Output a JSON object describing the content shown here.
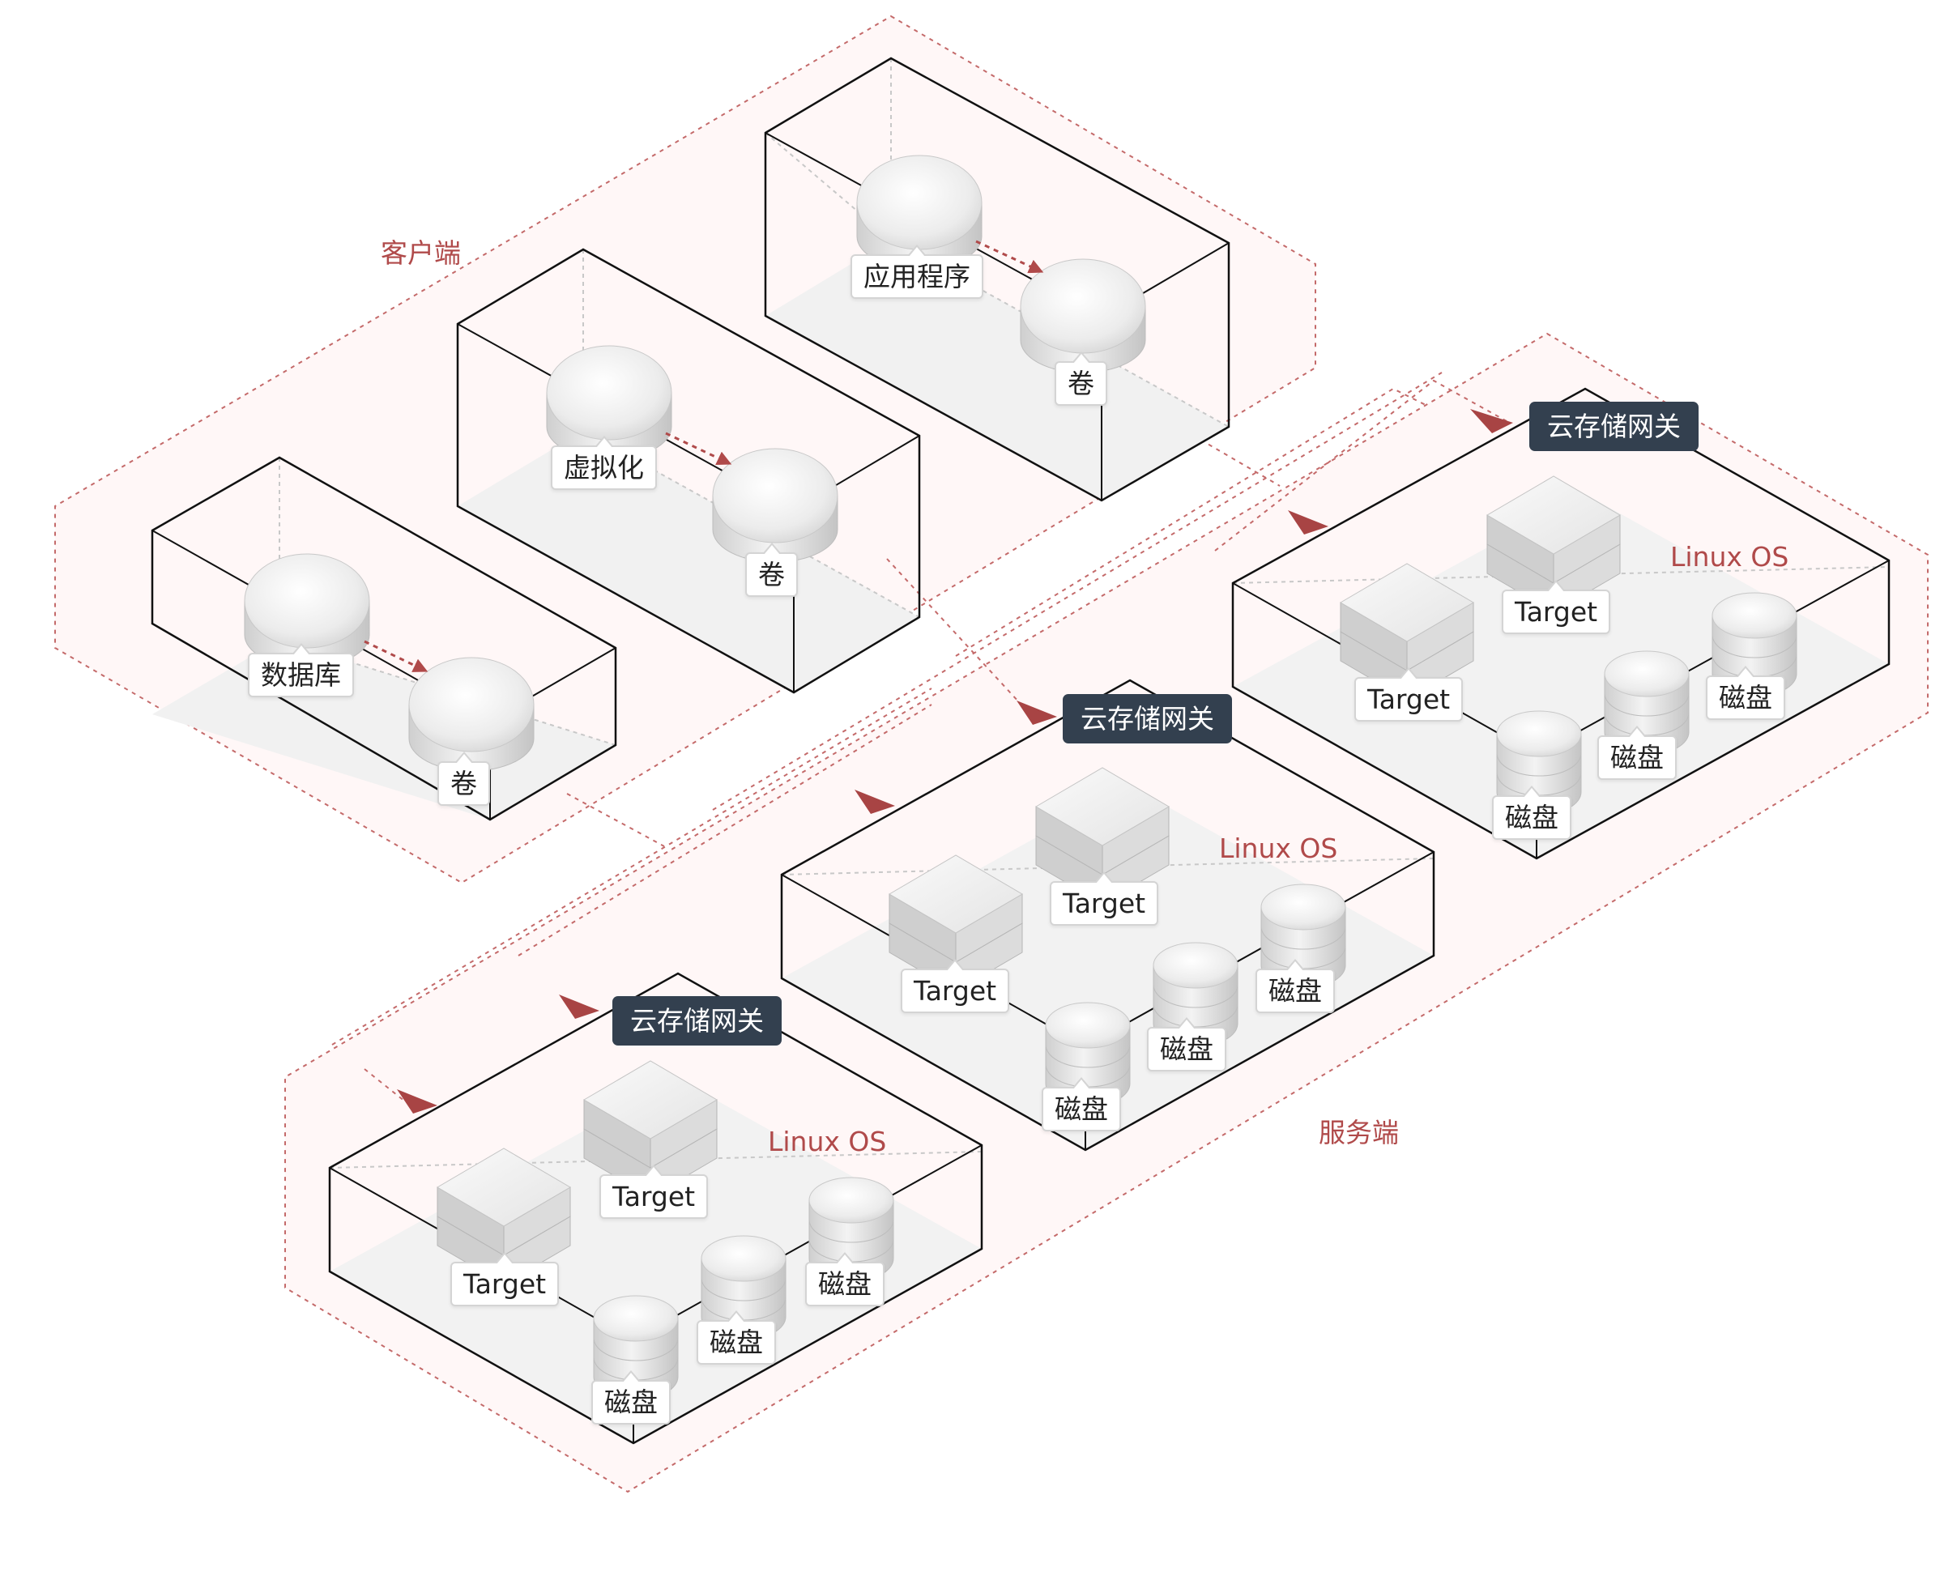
{
  "zones": {
    "client_label": "客户端",
    "server_label": "服务端"
  },
  "client_boxes": [
    {
      "source": "应用程序",
      "target": "卷"
    },
    {
      "source": "虚拟化",
      "target": "卷"
    },
    {
      "source": "数据库",
      "target": "卷"
    }
  ],
  "server_nodes": [
    {
      "gateway": "云存储网关",
      "os": "Linux OS",
      "targets": [
        "Target",
        "Target"
      ],
      "disks": [
        "磁盘",
        "磁盘",
        "磁盘"
      ]
    },
    {
      "gateway": "云存储网关",
      "os": "Linux OS",
      "targets": [
        "Target",
        "Target"
      ],
      "disks": [
        "磁盘",
        "磁盘",
        "磁盘"
      ]
    },
    {
      "gateway": "云存储网关",
      "os": "Linux OS",
      "targets": [
        "Target",
        "Target"
      ],
      "disks": [
        "磁盘",
        "磁盘",
        "磁盘"
      ]
    }
  ],
  "colors": {
    "accent": "#b04a4a",
    "zone_fill": "#fdf3f3",
    "gateway_bg": "#33404f",
    "box_stroke": "#111111"
  }
}
